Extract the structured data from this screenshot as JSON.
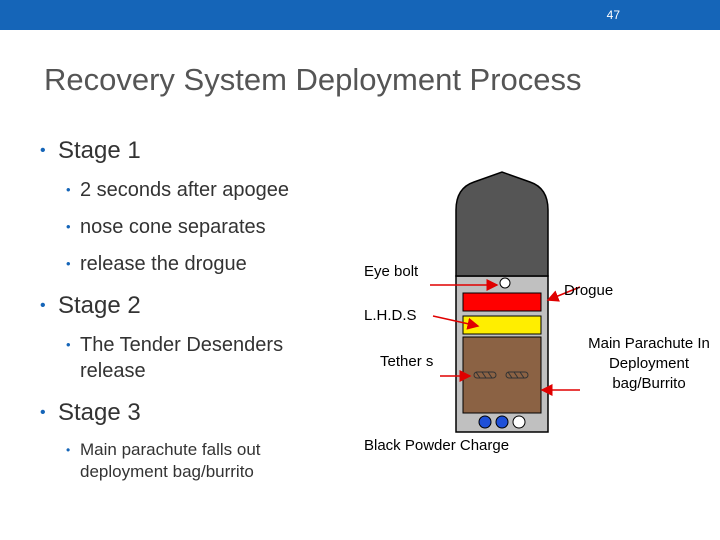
{
  "header": {
    "slide_number": "47",
    "accent_color": "#1565b8"
  },
  "title": "Recovery System Deployment Process",
  "bullets": {
    "stage1": {
      "label": "Stage 1",
      "items": [
        "2 seconds after apogee",
        "nose cone separates",
        "release the drogue"
      ]
    },
    "stage2": {
      "label": "Stage 2",
      "items": [
        "The Tender Desenders release"
      ]
    },
    "stage3": {
      "label": "Stage 3",
      "items": [
        "Main parachute falls out deployment bag/burrito"
      ]
    }
  },
  "diagram": {
    "labels": {
      "eye_bolt": "Eye bolt",
      "lhds": "L.H.D.S",
      "tethers": "Tether s",
      "black_powder": "Black Powder Charge",
      "drogue": "Drogue",
      "main": "Main Parachute In Deployment bag/Burrito"
    },
    "colors": {
      "nose": "#555555",
      "drogue": "#ff0000",
      "lhds": "#ffee00",
      "burrito": "#8b6244",
      "body": "#c0c0c0",
      "charge": "#1e50d8",
      "arrow": "#e00000"
    }
  }
}
